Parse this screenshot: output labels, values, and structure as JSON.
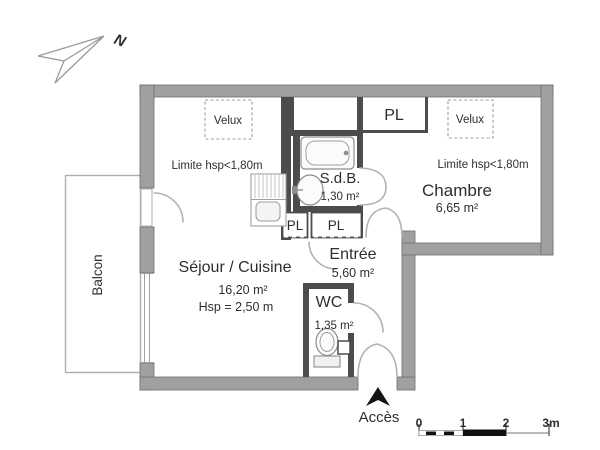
{
  "compass": {
    "label": "N"
  },
  "balcony": {
    "label": "Balcon"
  },
  "living": {
    "name": "Séjour / Cuisine",
    "area": "16,20 m²",
    "ceiling_height": "Hsp = 2,50 m",
    "limit_note": "Limite hsp<1,80m",
    "skylight_label": "Velux"
  },
  "bathroom": {
    "name": "S.d.B.",
    "area": "1,30 m²"
  },
  "bedroom": {
    "name": "Chambre",
    "area": "6,65 m²",
    "limit_note": "Limite hsp<1,80m",
    "skylight_label": "Velux"
  },
  "hall": {
    "name": "Entrée",
    "area": "5,60 m²"
  },
  "wc": {
    "name": "WC",
    "area": "1,35 m²"
  },
  "closets": {
    "top": "PL",
    "left": "PL",
    "right": "PL"
  },
  "access": {
    "label": "Accès"
  },
  "scale": {
    "labels": [
      "0",
      "1",
      "2",
      "3m"
    ]
  },
  "colors": {
    "outer_wall": "#a0a0a0",
    "inner_wall": "#4c4c4c",
    "text": "#2e2e2e",
    "door_arc": "#b3b3b3",
    "scale_black": "#111111",
    "background": "#ffffff"
  }
}
